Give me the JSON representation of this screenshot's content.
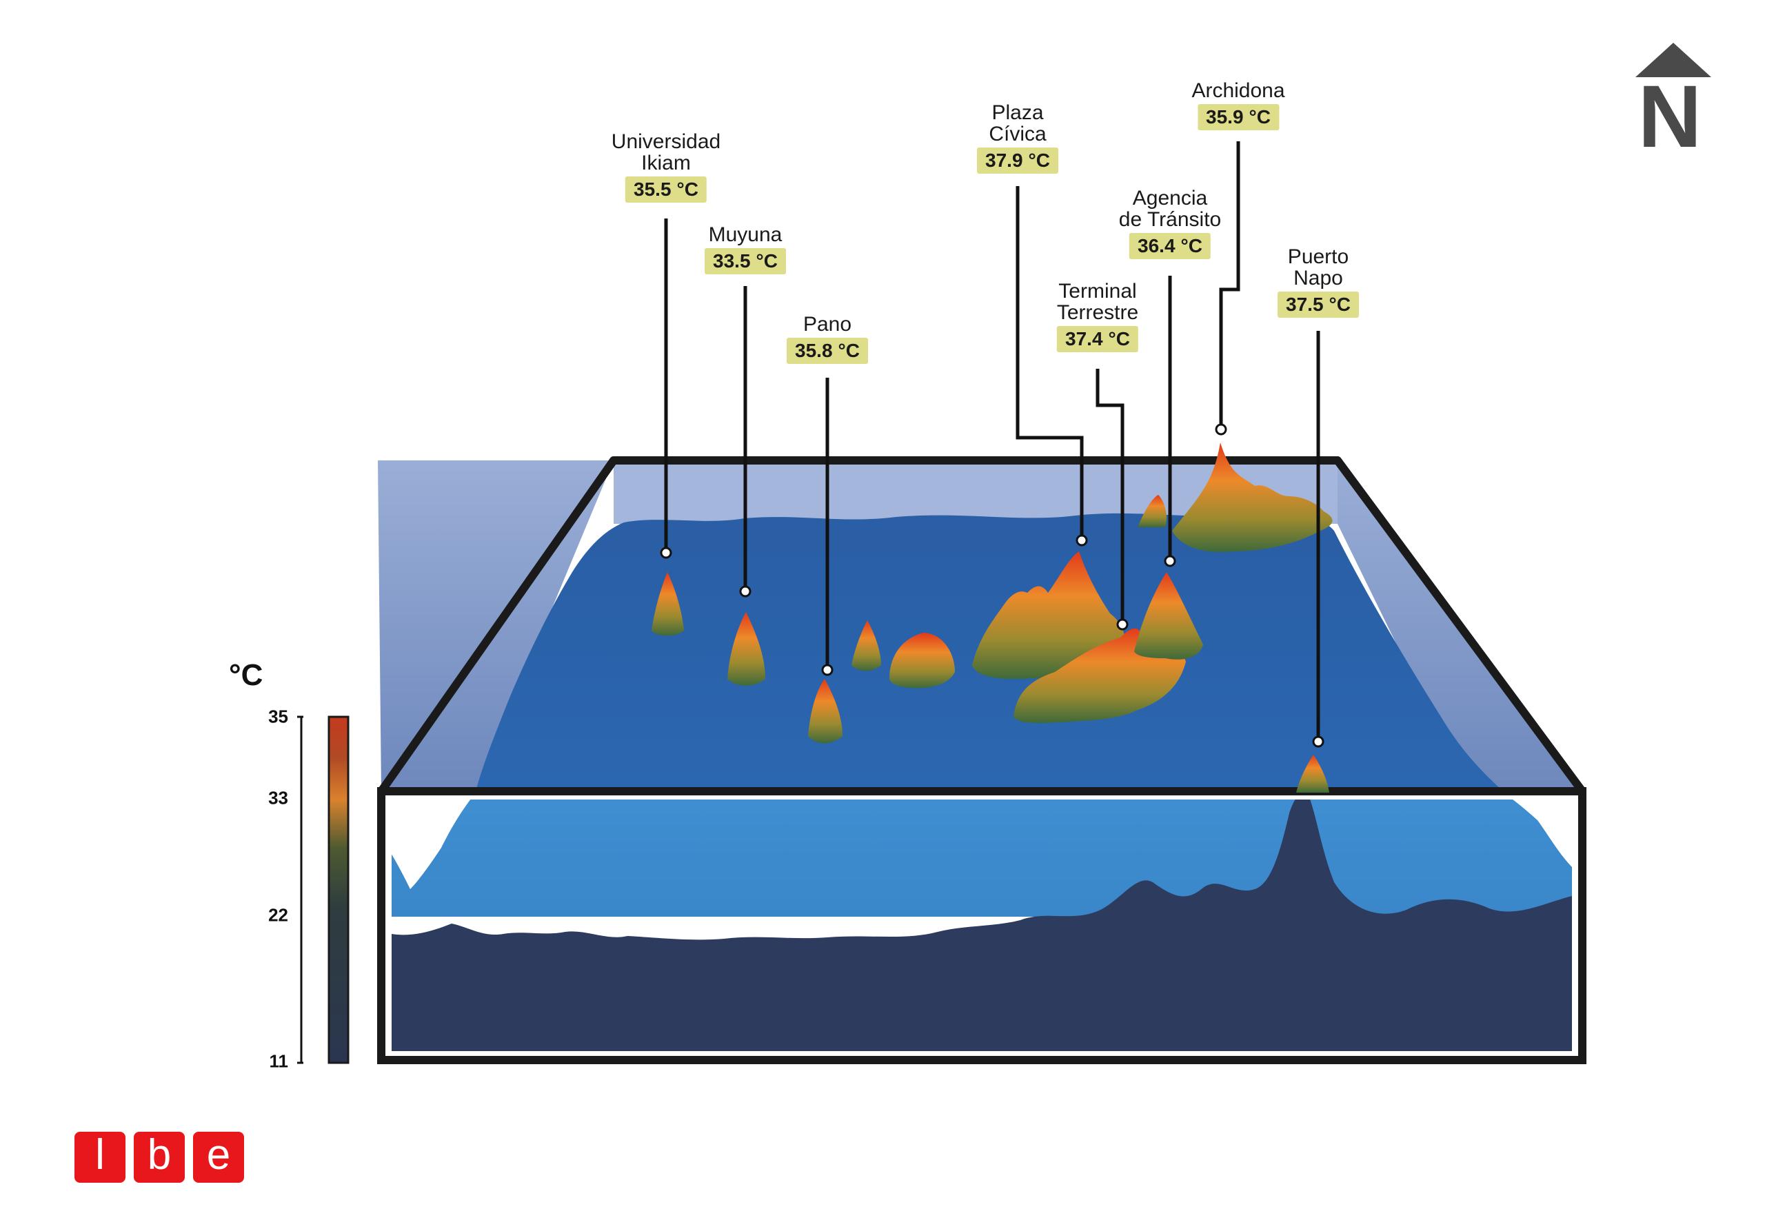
{
  "diagram": {
    "stations": [
      {
        "id": "ikiam",
        "name": "Universidad\nIkiam",
        "value": "35.5",
        "unit": "°C"
      },
      {
        "id": "muyuna",
        "name": "Muyuna",
        "value": "33.5",
        "unit": "°C"
      },
      {
        "id": "pano",
        "name": "Pano",
        "value": "35.8",
        "unit": "°C"
      },
      {
        "id": "plaza",
        "name": "Plaza\nCívica",
        "value": "37.9",
        "unit": "°C"
      },
      {
        "id": "terminal",
        "name": "Terminal\nTerrestre",
        "value": "37.4",
        "unit": "°C"
      },
      {
        "id": "transito",
        "name": "Agencia\nde Tránsito",
        "value": "36.4",
        "unit": "°C"
      },
      {
        "id": "archidona",
        "name": "Archidona",
        "value": "35.9",
        "unit": "°C"
      },
      {
        "id": "napo",
        "name": "Puerto\nNapo",
        "value": "37.5",
        "unit": "°C"
      }
    ],
    "color_scale": {
      "unit_label": "°C",
      "ticks": [
        "35",
        "33",
        "22",
        "11"
      ],
      "colors": [
        "#c43a1e",
        "#d9822e",
        "#4d5a30",
        "#2a3650"
      ]
    },
    "north_arrow": {
      "letter": "N",
      "icon": "north-arrow-icon"
    },
    "logo": {
      "letters": [
        "l",
        "b",
        "e"
      ],
      "color": "#e8171b"
    },
    "colors": {
      "surface": "#2a65ab",
      "water_face": "#3e8ed0",
      "ground": "#2c3b5e",
      "frame": "#1a1a1a",
      "badge": "#dedd8a"
    }
  }
}
